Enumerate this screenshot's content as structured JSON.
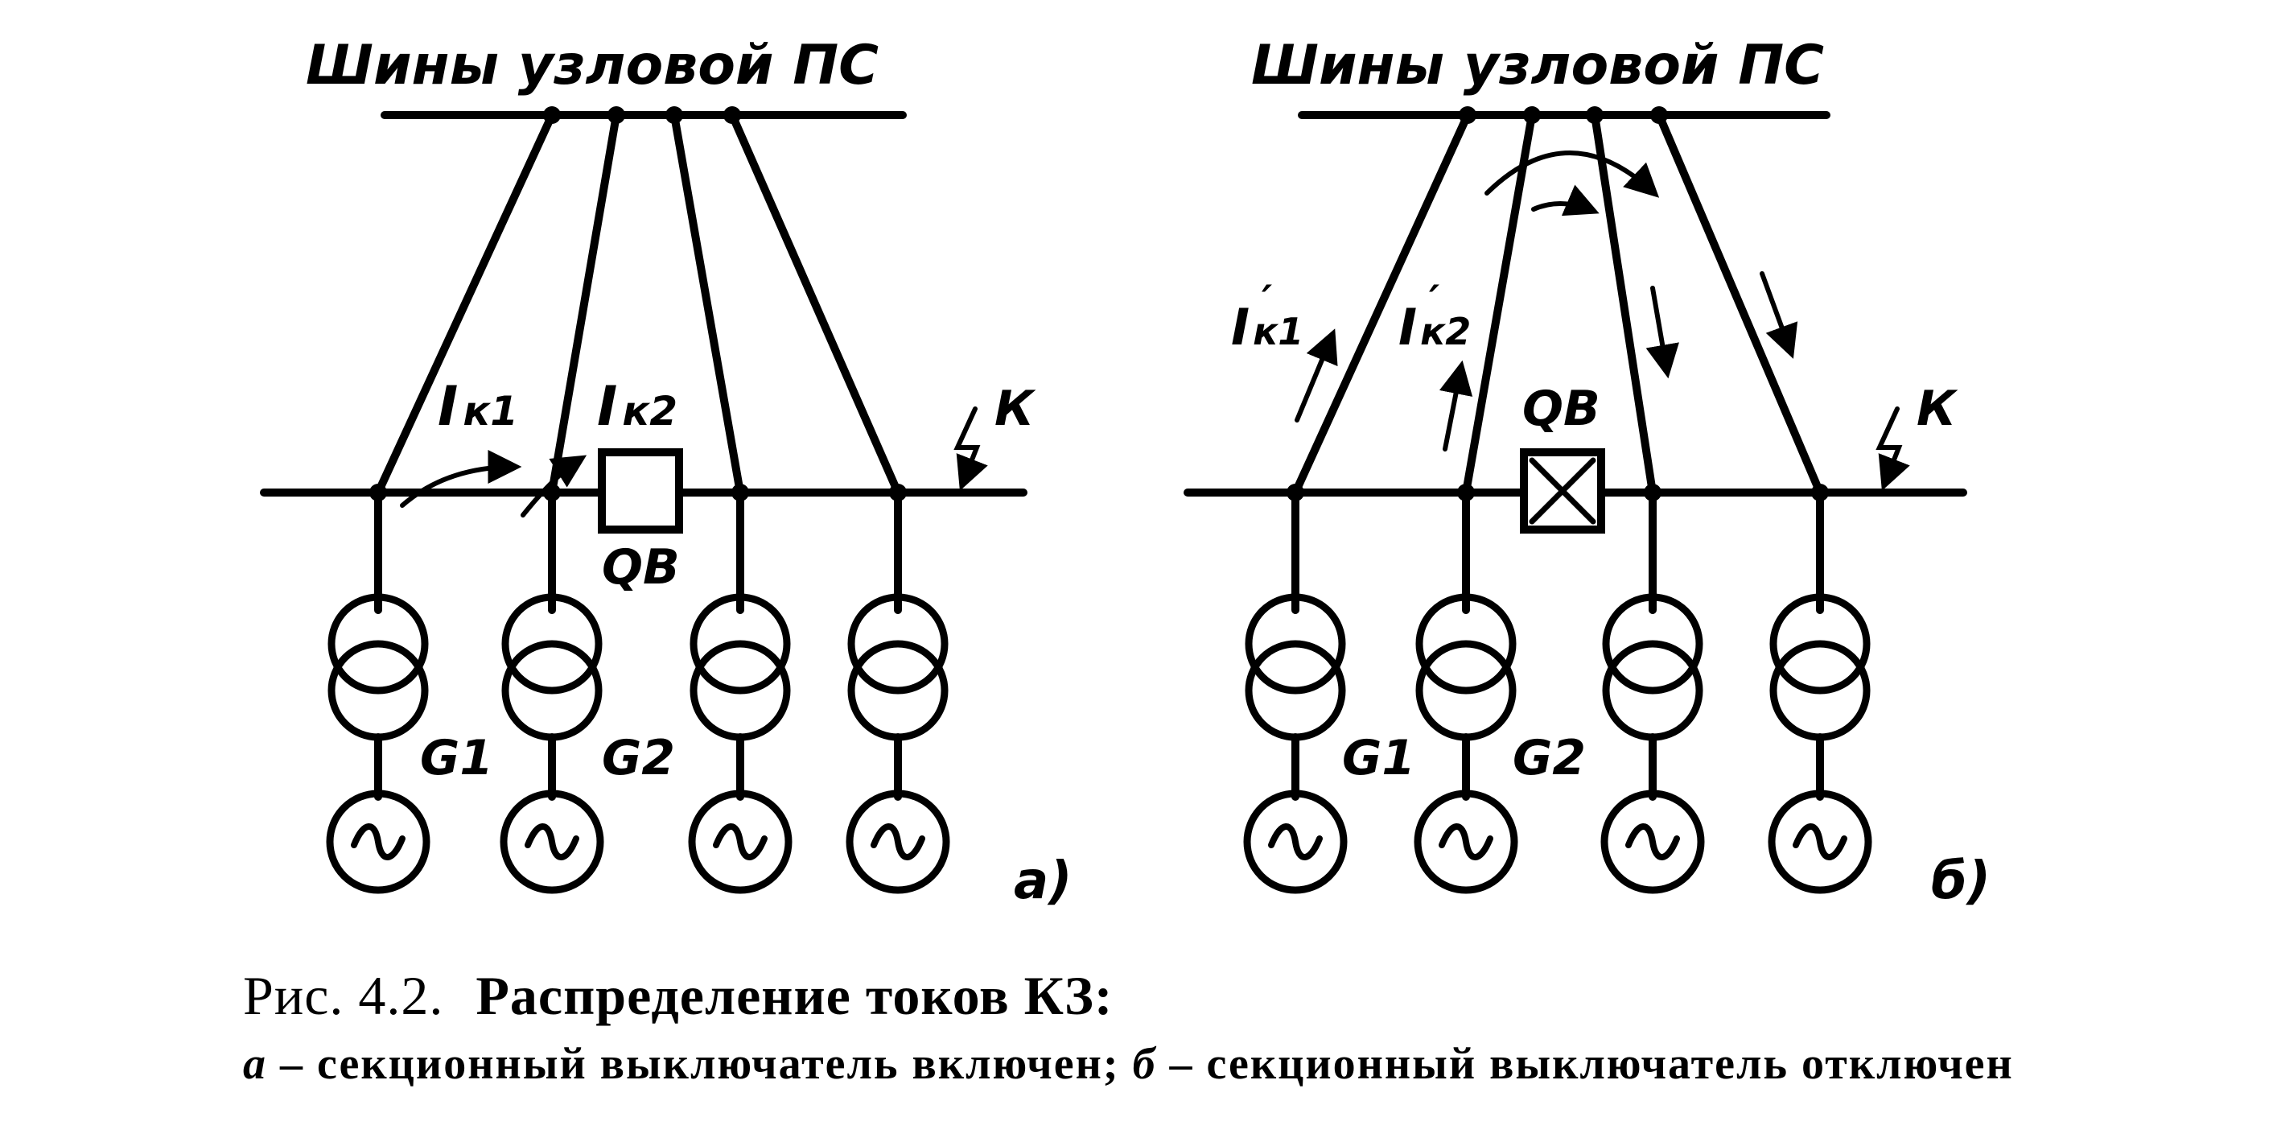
{
  "diagram_a": {
    "bus_title": "Шины узловой ПС",
    "current_1": "I",
    "current_1_sub": "к1",
    "current_2": "I",
    "current_2_sub": "к2",
    "breaker": "QB",
    "fault": "К",
    "gen_1": "G1",
    "gen_2": "G2",
    "panel_tag": "а)"
  },
  "diagram_b": {
    "bus_title": "Шины узловой ПС",
    "current_1": "I",
    "current_1_sub": "к1",
    "current_1_prime": "′",
    "current_2": "I",
    "current_2_sub": "к2",
    "current_2_prime": "′",
    "breaker": "QB",
    "fault": "К",
    "gen_1": "G1",
    "gen_2": "G2",
    "panel_tag": "б)"
  },
  "caption": {
    "fig_num": "Рис. 4.2.",
    "title": "Распределение токов КЗ:",
    "line2_a": "а",
    "line2_a_text": " – секционный выключатель включен; ",
    "line2_b": "б",
    "line2_b_text": " – секционный выключатель отключен"
  }
}
